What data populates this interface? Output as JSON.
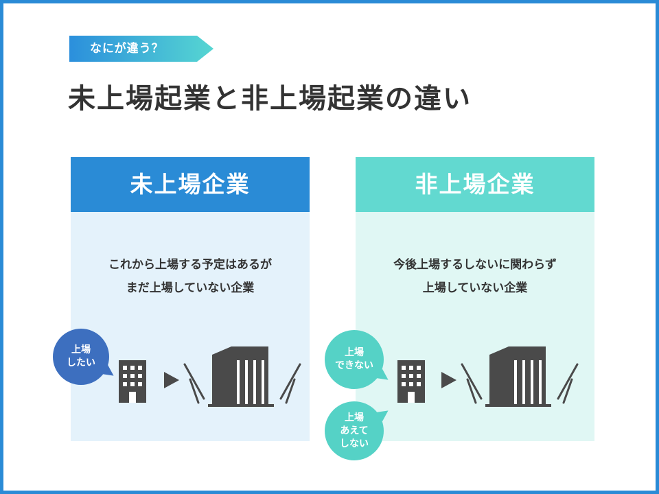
{
  "tag": "なにが違う？",
  "title": "未上場起業と非上場起業の違い",
  "colors": {
    "border": "#2a8bd6",
    "left_header": "#2a8bd6",
    "right_header": "#62d9d0",
    "left_panel": "#e4f2fb",
    "right_panel": "#e0f7f4",
    "icon": "#4a4a4a"
  },
  "left": {
    "header": "未上場企業",
    "desc_lines": [
      "これから上場する予定はあるが",
      "まだ上場していない企業"
    ],
    "bubble_lines": [
      "上場",
      "したい"
    ],
    "icons": [
      "small-building-icon",
      "arrow-right-icon",
      "large-building-icon"
    ]
  },
  "right": {
    "header": "非上場企業",
    "desc_lines": [
      "今後上場するしないに関わらず",
      "上場していない企業"
    ],
    "bubble1_lines": [
      "上場",
      "できない"
    ],
    "bubble2_lines": [
      "上場",
      "あえて",
      "しない"
    ],
    "icons": [
      "small-building-icon",
      "arrow-right-icon",
      "large-building-icon"
    ]
  }
}
